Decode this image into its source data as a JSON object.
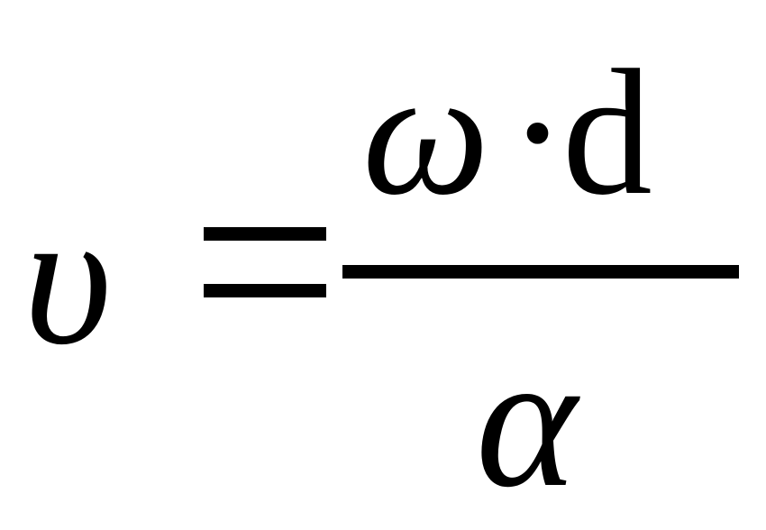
{
  "equation": {
    "lhs": "υ",
    "equals": "=",
    "numerator": {
      "omega": "ω",
      "dot": "·",
      "d": "d"
    },
    "denominator": "α"
  },
  "colors": {
    "background": "#ffffff",
    "text": "#000000"
  }
}
